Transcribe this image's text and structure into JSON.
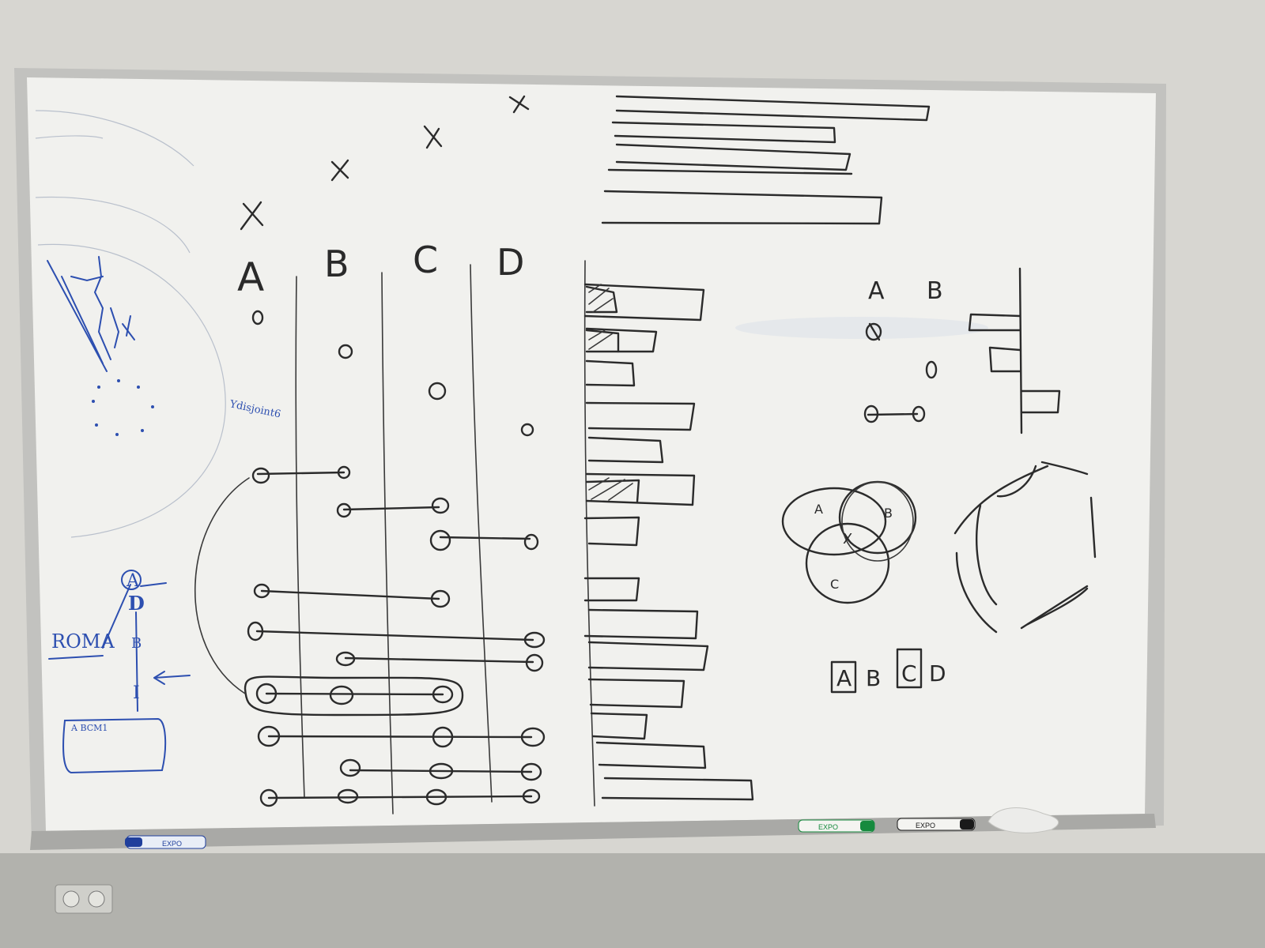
{
  "columns": {
    "headers": [
      "A",
      "B",
      "C",
      "D"
    ]
  },
  "overlay": {
    "headers": [
      "A",
      "B"
    ]
  },
  "venn": {
    "labels": [
      "A",
      "B",
      "C",
      "X"
    ]
  },
  "boxed_letters": [
    "A",
    "B",
    "C",
    "D"
  ],
  "blue_notes": {
    "roma": "ROMA",
    "vertical_letters": [
      "A",
      "D",
      "B",
      "I"
    ],
    "box_text": "A BCM1",
    "side_note": "Ydisjoint6"
  },
  "markers": {
    "black": "EXPO",
    "green": "EXPO",
    "blue": "EXPO"
  },
  "colors": {
    "wall": "#d9d8d3",
    "board": "#f2f2ef",
    "frame": "#b9b9b6",
    "black_ink": "#2b2b2b",
    "blue_ink": "#2d4fb0"
  }
}
